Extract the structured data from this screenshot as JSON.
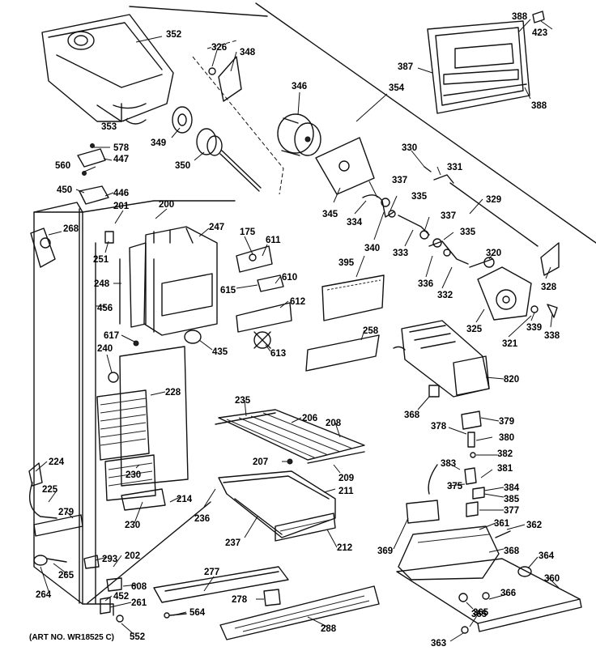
{
  "diagram": {
    "credit": "(ART NO. WR18525 C)",
    "callouts": [
      {
        "id": "352",
        "label": "352"
      },
      {
        "id": "326",
        "label": "326"
      },
      {
        "id": "348",
        "label": "348"
      },
      {
        "id": "346",
        "label": "346"
      },
      {
        "id": "354",
        "label": "354"
      },
      {
        "id": "387",
        "label": "387"
      },
      {
        "id": "388a",
        "label": "388"
      },
      {
        "id": "388b",
        "label": "388"
      },
      {
        "id": "423",
        "label": "423"
      },
      {
        "id": "353",
        "label": "353"
      },
      {
        "id": "349",
        "label": "349"
      },
      {
        "id": "350",
        "label": "350"
      },
      {
        "id": "578",
        "label": "578"
      },
      {
        "id": "447",
        "label": "447"
      },
      {
        "id": "560",
        "label": "560"
      },
      {
        "id": "450",
        "label": "450"
      },
      {
        "id": "446",
        "label": "446"
      },
      {
        "id": "200",
        "label": "200"
      },
      {
        "id": "201",
        "label": "201"
      },
      {
        "id": "247",
        "label": "247"
      },
      {
        "id": "268",
        "label": "268"
      },
      {
        "id": "251",
        "label": "251"
      },
      {
        "id": "175",
        "label": "175"
      },
      {
        "id": "611",
        "label": "611"
      },
      {
        "id": "330",
        "label": "330"
      },
      {
        "id": "331",
        "label": "331"
      },
      {
        "id": "345",
        "label": "345"
      },
      {
        "id": "337a",
        "label": "337"
      },
      {
        "id": "335a",
        "label": "335"
      },
      {
        "id": "334",
        "label": "334"
      },
      {
        "id": "329",
        "label": "329"
      },
      {
        "id": "337b",
        "label": "337"
      },
      {
        "id": "340",
        "label": "340"
      },
      {
        "id": "333",
        "label": "333"
      },
      {
        "id": "335b",
        "label": "335"
      },
      {
        "id": "395",
        "label": "395"
      },
      {
        "id": "320",
        "label": "320"
      },
      {
        "id": "248",
        "label": "248"
      },
      {
        "id": "610",
        "label": "610"
      },
      {
        "id": "615",
        "label": "615"
      },
      {
        "id": "336",
        "label": "336"
      },
      {
        "id": "332",
        "label": "332"
      },
      {
        "id": "328",
        "label": "328"
      },
      {
        "id": "456",
        "label": "456"
      },
      {
        "id": "612",
        "label": "612"
      },
      {
        "id": "325",
        "label": "325"
      },
      {
        "id": "339",
        "label": "339"
      },
      {
        "id": "338",
        "label": "338"
      },
      {
        "id": "617",
        "label": "617"
      },
      {
        "id": "258",
        "label": "258"
      },
      {
        "id": "321",
        "label": "321"
      },
      {
        "id": "435",
        "label": "435"
      },
      {
        "id": "613",
        "label": "613"
      },
      {
        "id": "240",
        "label": "240"
      },
      {
        "id": "820",
        "label": "820"
      },
      {
        "id": "228",
        "label": "228"
      },
      {
        "id": "235",
        "label": "235"
      },
      {
        "id": "368a",
        "label": "368"
      },
      {
        "id": "206",
        "label": "206"
      },
      {
        "id": "208",
        "label": "208"
      },
      {
        "id": "378",
        "label": "378"
      },
      {
        "id": "379",
        "label": "379"
      },
      {
        "id": "380",
        "label": "380"
      },
      {
        "id": "382",
        "label": "382"
      },
      {
        "id": "224",
        "label": "224"
      },
      {
        "id": "207",
        "label": "207"
      },
      {
        "id": "230a",
        "label": "230"
      },
      {
        "id": "209",
        "label": "209"
      },
      {
        "id": "383",
        "label": "383"
      },
      {
        "id": "381",
        "label": "381"
      },
      {
        "id": "225",
        "label": "225"
      },
      {
        "id": "211",
        "label": "211"
      },
      {
        "id": "375",
        "label": "375"
      },
      {
        "id": "384",
        "label": "384"
      },
      {
        "id": "214",
        "label": "214"
      },
      {
        "id": "385",
        "label": "385"
      },
      {
        "id": "279",
        "label": "279"
      },
      {
        "id": "236",
        "label": "236"
      },
      {
        "id": "377",
        "label": "377"
      },
      {
        "id": "230b",
        "label": "230"
      },
      {
        "id": "361",
        "label": "361"
      },
      {
        "id": "362",
        "label": "362"
      },
      {
        "id": "237",
        "label": "237"
      },
      {
        "id": "212",
        "label": "212"
      },
      {
        "id": "369",
        "label": "369"
      },
      {
        "id": "368b",
        "label": "368"
      },
      {
        "id": "293",
        "label": "293"
      },
      {
        "id": "202",
        "label": "202"
      },
      {
        "id": "364",
        "label": "364"
      },
      {
        "id": "265",
        "label": "265"
      },
      {
        "id": "277",
        "label": "277"
      },
      {
        "id": "360",
        "label": "360"
      },
      {
        "id": "608",
        "label": "608"
      },
      {
        "id": "264",
        "label": "264"
      },
      {
        "id": "452",
        "label": "452"
      },
      {
        "id": "261",
        "label": "261"
      },
      {
        "id": "278",
        "label": "278"
      },
      {
        "id": "366",
        "label": "366"
      },
      {
        "id": "365a",
        "label": "365"
      },
      {
        "id": "564",
        "label": "564"
      },
      {
        "id": "365b",
        "label": "365"
      },
      {
        "id": "288",
        "label": "288"
      },
      {
        "id": "552",
        "label": "552"
      },
      {
        "id": "363",
        "label": "363"
      }
    ]
  }
}
